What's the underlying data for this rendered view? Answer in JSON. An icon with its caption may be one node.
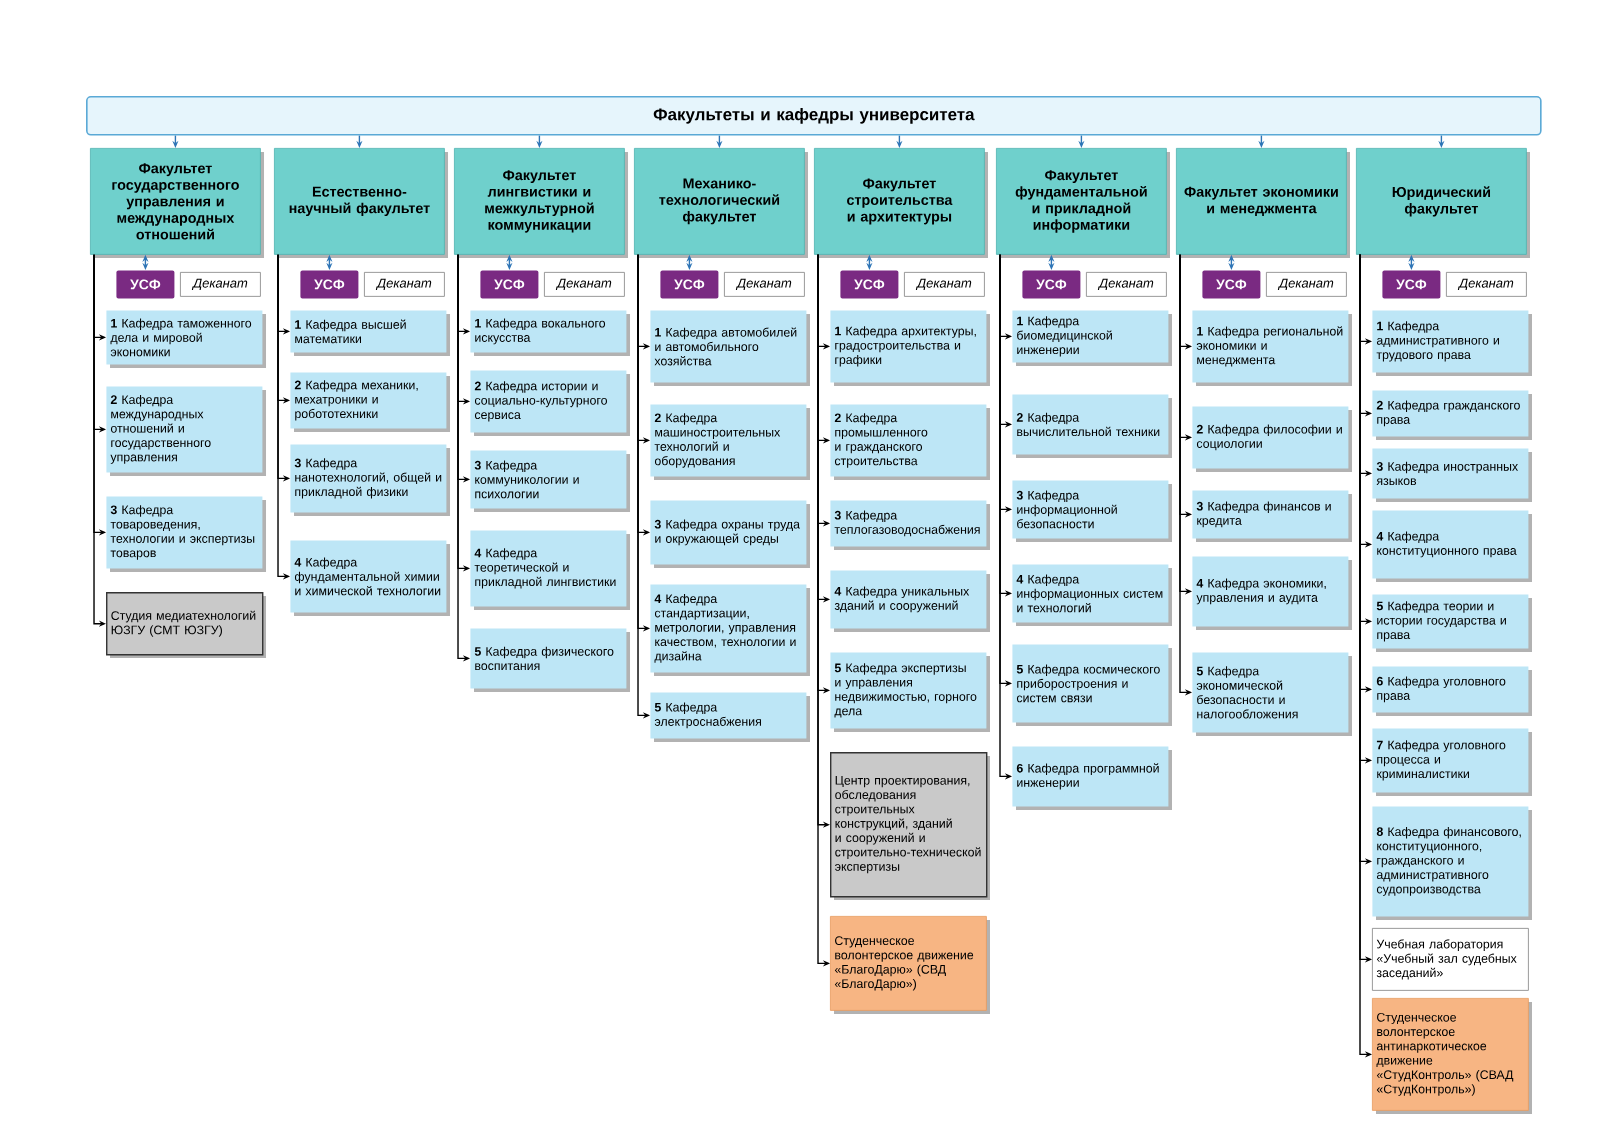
{
  "diagram": {
    "nodes": [
      {
        "text": [
          "Факультеты и кафедры университета"
        ]
      },
      {
        "text": [
          "Факультет государственного управления и международных отношений"
        ]
      },
      {
        "text": [
          "УСФ"
        ]
      },
      {
        "text": [
          "Деканат"
        ]
      },
      {
        "text": [
          "**1** Кафедра таможенного дела и мировой экономики"
        ]
      },
      {
        "text": [
          "**2** Кафедра международных отношений и государственного управления"
        ]
      },
      {
        "text": [
          "**3** Кафедра товароведения, технологии и экспертизы товаров"
        ]
      },
      {
        "text": [
          "Студия медиатехнологий ЮЗГУ (СМТ ЮЗГУ)"
        ]
      },
      {
        "text": [
          "Естественно-научный факультет"
        ]
      },
      {
        "text": [
          "УСФ"
        ]
      },
      {
        "text": [
          "Деканат"
        ]
      },
      {
        "text": [
          "**1** Кафедра высшей математики"
        ]
      },
      {
        "text": [
          "**2** Кафедра механики, мехатроники и робототехники"
        ]
      },
      {
        "text": [
          "**3** Кафедра нанотехнологий, общей и прикладной физики"
        ]
      },
      {
        "text": [
          "**4** Кафедра фундаментальной химии и химической технологии"
        ]
      },
      {
        "text": [
          "Факультет лингвистики и межкультурной коммуникации"
        ]
      },
      {
        "text": [
          "УСФ"
        ]
      },
      {
        "text": [
          "Деканат"
        ]
      },
      {
        "text": [
          "**1** Кафедра вокального искусства"
        ]
      },
      {
        "text": [
          "**2** Кафедра истории и социально-культурного сервиса"
        ]
      },
      {
        "text": [
          "**3** Кафедра коммуникологии и психологии"
        ]
      },
      {
        "text": [
          "**4** Кафедра теоретической и прикладной лингвистики"
        ]
      },
      {
        "text": [
          "**5** Кафедра физического воспитания"
        ]
      },
      {
        "text": [
          "Механико-технологический факультет"
        ]
      },
      {
        "text": [
          "УСФ"
        ]
      },
      {
        "text": [
          "Деканат"
        ]
      },
      {
        "text": [
          "**1** Кафедра автомобилей и автомобильного хозяйства"
        ]
      },
      {
        "text": [
          "**2** Кафедра машиностроительных технологий и оборудования"
        ]
      },
      {
        "text": [
          "**3** Кафедра охраны труда и окружающей среды"
        ]
      },
      {
        "text": [
          "**4** Кафедра стандартизации, метрологии, управления качеством, технологии и дизайна"
        ]
      },
      {
        "text": [
          "**5** Кафедра электроснабжения"
        ]
      },
      {
        "text": [
          "Факультет строительства и архитектуры"
        ]
      },
      {
        "text": [
          "УСФ"
        ]
      },
      {
        "text": [
          "Деканат"
        ]
      },
      {
        "text": [
          "**1** Кафедра архитектуры, градостроительства и графики"
        ]
      },
      {
        "text": [
          "**2** Кафедра промышленного и гражданского строительства"
        ]
      },
      {
        "text": [
          "**3** Кафедра теплогазоводоснабжения"
        ]
      },
      {
        "text": [
          "**4** Кафедра уникальных зданий и сооружений"
        ]
      },
      {
        "text": [
          "**5** Кафедра экспертизы и управления недвижимостью, горного дела"
        ]
      },
      {
        "text": [
          "Центр проектирования, обследования строительных конструкций, зданий и сооружений и строительно-технической экспертизы"
        ]
      },
      {
        "text": [
          "Студенческое волонтерское движение «БлагоДарю» (СВД «БлагоДарю»)"
        ]
      },
      {
        "text": [
          "Факультет фундаментальной и прикладной информатики"
        ]
      },
      {
        "text": [
          "УСФ"
        ]
      },
      {
        "text": [
          "Деканат"
        ]
      },
      {
        "text": [
          "**1** Кафедра биомедицинской инженерии"
        ]
      },
      {
        "text": [
          "**2** Кафедра вычислительной техники"
        ]
      },
      {
        "text": [
          "**3** Кафедра информационной безопасности"
        ]
      },
      {
        "text": [
          "**4** Кафедра информационных систем и технологий"
        ]
      },
      {
        "text": [
          "**5** Кафедра космического приборостроения и систем связи"
        ]
      },
      {
        "text": [
          "**6** Кафедра программной инженерии"
        ]
      },
      {
        "text": [
          "Факультет экономики и менеджмента"
        ]
      },
      {
        "text": [
          "УСФ"
        ]
      },
      {
        "text": [
          "Деканат"
        ]
      },
      {
        "text": [
          "**1** Кафедра региональной экономики и менеджмента"
        ]
      },
      {
        "text": [
          "**2** Кафедра философии и социологии"
        ]
      },
      {
        "text": [
          "**3** Кафедра финансов и кредита"
        ]
      },
      {
        "text": [
          "**4** Кафедра экономики, управления и аудита"
        ]
      },
      {
        "text": [
          "**5** Кафедра экономической безопасности и налогообложения"
        ]
      },
      {
        "text": [
          "Юридический факультет"
        ]
      },
      {
        "text": [
          "УСФ"
        ]
      },
      {
        "text": [
          "Деканат"
        ]
      },
      {
        "text": [
          "**1** Кафедра административного и трудового права"
        ]
      },
      {
        "text": [
          "**2** Кафедра гражданского права"
        ]
      },
      {
        "text": [
          "**3** Кафедра иностранных языков"
        ]
      },
      {
        "text": [
          "**4** Кафедра конституционного права"
        ]
      },
      {
        "text": [
          "**5** Кафедра теории и истории государства и права"
        ]
      },
      {
        "text": [
          "**6** Кафедра уголовного права"
        ]
      },
      {
        "text": [
          "**7** Кафедра уголовного процесса и криминалистики"
        ]
      },
      {
        "text": [
          "**8** Кафедра финансового, конституционного, гражданского и административного судопроизводства"
        ]
      },
      {
        "text": [
          "Учебная лаборатория «Учебный зал судебных заседаний»"
        ]
      },
      {
        "text": [
          "Студенческое волонтерское антинаркотическое движение «СтудКонтроль» (СВАД «СтудКонтроль»)"
        ]
      }
    ],
    "edges": [
      {
        "from": 0,
        "to": 1,
        "arrow": "to",
        "color": "#2e75b6"
      },
      {
        "from": 1,
        "to": 2,
        "arrow": "both",
        "color": "#2e75b6"
      },
      {
        "from": 1,
        "to": 4,
        "arrow": "to"
      },
      {
        "from": 1,
        "to": 5,
        "arrow": "to"
      },
      {
        "from": 1,
        "to": 6,
        "arrow": "to"
      },
      {
        "from": 1,
        "to": 7,
        "arrow": "to"
      },
      {
        "from": 0,
        "to": 8,
        "arrow": "to",
        "color": "#2e75b6"
      },
      {
        "from": 8,
        "to": 9,
        "arrow": "both",
        "color": "#2e75b6"
      },
      {
        "from": 8,
        "to": 11,
        "arrow": "to"
      },
      {
        "from": 8,
        "to": 12,
        "arrow": "to"
      },
      {
        "from": 8,
        "to": 13,
        "arrow": "to"
      },
      {
        "from": 8,
        "to": 14,
        "arrow": "to"
      },
      {
        "from": 0,
        "to": 15,
        "arrow": "to",
        "color": "#2e75b6"
      },
      {
        "from": 15,
        "to": 16,
        "arrow": "both",
        "color": "#2e75b6"
      },
      {
        "from": 15,
        "to": 18,
        "arrow": "to"
      },
      {
        "from": 15,
        "to": 19,
        "arrow": "to"
      },
      {
        "from": 15,
        "to": 20,
        "arrow": "to"
      },
      {
        "from": 15,
        "to": 21,
        "arrow": "to"
      },
      {
        "from": 15,
        "to": 22,
        "arrow": "to"
      },
      {
        "from": 0,
        "to": 23,
        "arrow": "to",
        "color": "#2e75b6"
      },
      {
        "from": 23,
        "to": 24,
        "arrow": "both",
        "color": "#2e75b6"
      },
      {
        "from": 23,
        "to": 26,
        "arrow": "to"
      },
      {
        "from": 23,
        "to": 27,
        "arrow": "to"
      },
      {
        "from": 23,
        "to": 28,
        "arrow": "to"
      },
      {
        "from": 23,
        "to": 29,
        "arrow": "to"
      },
      {
        "from": 23,
        "to": 30,
        "arrow": "to"
      },
      {
        "from": 0,
        "to": 31,
        "arrow": "to",
        "color": "#2e75b6"
      },
      {
        "from": 31,
        "to": 32,
        "arrow": "both",
        "color": "#2e75b6"
      },
      {
        "from": 31,
        "to": 34,
        "arrow": "to"
      },
      {
        "from": 31,
        "to": 35,
        "arrow": "to"
      },
      {
        "from": 31,
        "to": 36,
        "arrow": "to"
      },
      {
        "from": 31,
        "to": 37,
        "arrow": "to"
      },
      {
        "from": 31,
        "to": 38,
        "arrow": "to"
      },
      {
        "from": 31,
        "to": 39,
        "arrow": "to"
      },
      {
        "from": 31,
        "to": 40,
        "arrow": "to"
      },
      {
        "from": 0,
        "to": 41,
        "arrow": "to",
        "color": "#2e75b6"
      },
      {
        "from": 41,
        "to": 42,
        "arrow": "both",
        "color": "#2e75b6"
      },
      {
        "from": 41,
        "to": 44,
        "arrow": "to"
      },
      {
        "from": 41,
        "to": 45,
        "arrow": "to"
      },
      {
        "from": 41,
        "to": 46,
        "arrow": "to"
      },
      {
        "from": 41,
        "to": 47,
        "arrow": "to"
      },
      {
        "from": 41,
        "to": 48,
        "arrow": "to"
      },
      {
        "from": 41,
        "to": 49,
        "arrow": "to"
      },
      {
        "from": 0,
        "to": 50,
        "arrow": "to",
        "color": "#2e75b6"
      },
      {
        "from": 50,
        "to": 51,
        "arrow": "both",
        "color": "#2e75b6"
      },
      {
        "from": 50,
        "to": 53,
        "arrow": "to"
      },
      {
        "from": 50,
        "to": 54,
        "arrow": "to"
      },
      {
        "from": 50,
        "to": 55,
        "arrow": "to"
      },
      {
        "from": 50,
        "to": 56,
        "arrow": "to"
      },
      {
        "from": 50,
        "to": 57,
        "arrow": "to"
      },
      {
        "from": 0,
        "to": 58,
        "arrow": "to",
        "color": "#2e75b6"
      },
      {
        "from": 58,
        "to": 59,
        "arrow": "both",
        "color": "#2e75b6"
      },
      {
        "from": 58,
        "to": 61,
        "arrow": "to"
      },
      {
        "from": 58,
        "to": 62,
        "arrow": "to"
      },
      {
        "from": 58,
        "to": 63,
        "arrow": "to"
      },
      {
        "from": 58,
        "to": 64,
        "arrow": "to"
      },
      {
        "from": 58,
        "to": 65,
        "arrow": "to"
      },
      {
        "from": 58,
        "to": 66,
        "arrow": "to"
      },
      {
        "from": 58,
        "to": 67,
        "arrow": "to"
      },
      {
        "from": 58,
        "to": 68,
        "arrow": "to"
      },
      {
        "from": 58,
        "to": 69,
        "arrow": "to"
      },
      {
        "from": 58,
        "to": 70,
        "arrow": "to"
      }
    ]
  }
}
